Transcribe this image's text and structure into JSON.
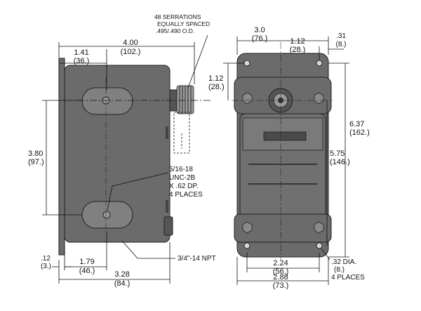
{
  "side_view": {
    "serrations_note": [
      "48 SERRATIONS",
      "EQUALLY SPACED",
      ".495/.490 O.D."
    ],
    "dim_overall_length": {
      "in": "4.00",
      "mm": "(102.)"
    },
    "dim_shaft_offset": {
      "in": "1.41",
      "mm": "(36.)"
    },
    "dim_height": {
      "in": "3.80",
      "mm": "(97.)"
    },
    "tap_note": [
      "5/16-18",
      "UNC-2B",
      "X .62 DP.",
      "4 PLACES"
    ],
    "dim_flange": {
      "in": ".12",
      "mm": "(3.)"
    },
    "dim_slot_offset": {
      "in": "1.79",
      "mm": "(46.)"
    },
    "dim_depth": {
      "in": "3.28",
      "mm": "(84.)"
    },
    "npt_note": "3/4\"-14 NPT"
  },
  "front_view": {
    "dim_width_top": {
      "in": "3.0",
      "mm": "(76.)"
    },
    "dim_shaft_center": {
      "in": "1.12",
      "mm": "(28.)"
    },
    "dim_corner": {
      "in": ".31",
      "mm": "(8.)"
    },
    "dim_shaft_vertical": {
      "in": "1.12",
      "mm": "(28.)"
    },
    "dim_total_height": {
      "in": "6.37",
      "mm": "(162.)"
    },
    "dim_hole_spacing": {
      "in": "5.75",
      "mm": "(146.)"
    },
    "dim_hole_width": {
      "in": "2.24",
      "mm": "(56.)"
    },
    "dim_overall_width": {
      "in": "2.88",
      "mm": "(73.)"
    },
    "hole_note": [
      ".32 DIA.",
      "(8.)",
      "4 PLACES"
    ]
  }
}
